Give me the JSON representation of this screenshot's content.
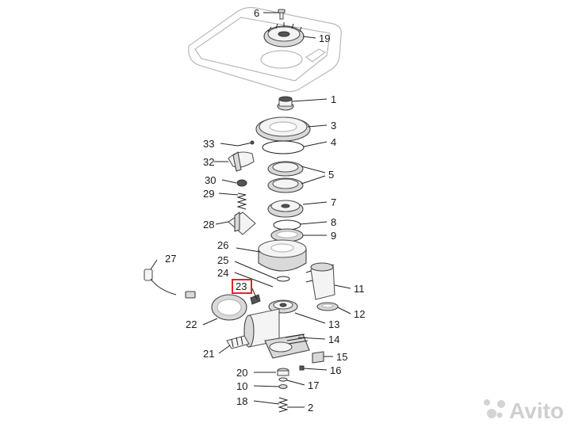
{
  "labels": {
    "p1": "1",
    "p2": "2",
    "p3": "3",
    "p4": "4",
    "p5": "5",
    "p6": "6",
    "p7": "7",
    "p8": "8",
    "p9": "9",
    "p10": "10",
    "p11": "11",
    "p12": "12",
    "p13": "13",
    "p14": "14",
    "p15": "15",
    "p16": "16",
    "p17": "17",
    "p18": "18",
    "p19": "19",
    "p20": "20",
    "p21": "21",
    "p22": "22",
    "p23": "23",
    "p24": "24",
    "p25": "25",
    "p26": "26",
    "p27": "27",
    "p28": "28",
    "p29": "29",
    "p30": "30",
    "p32": "32",
    "p33": "33"
  },
  "highlight": {
    "part": "23",
    "color": "#e0252b"
  },
  "watermark": {
    "text": "Avito"
  }
}
